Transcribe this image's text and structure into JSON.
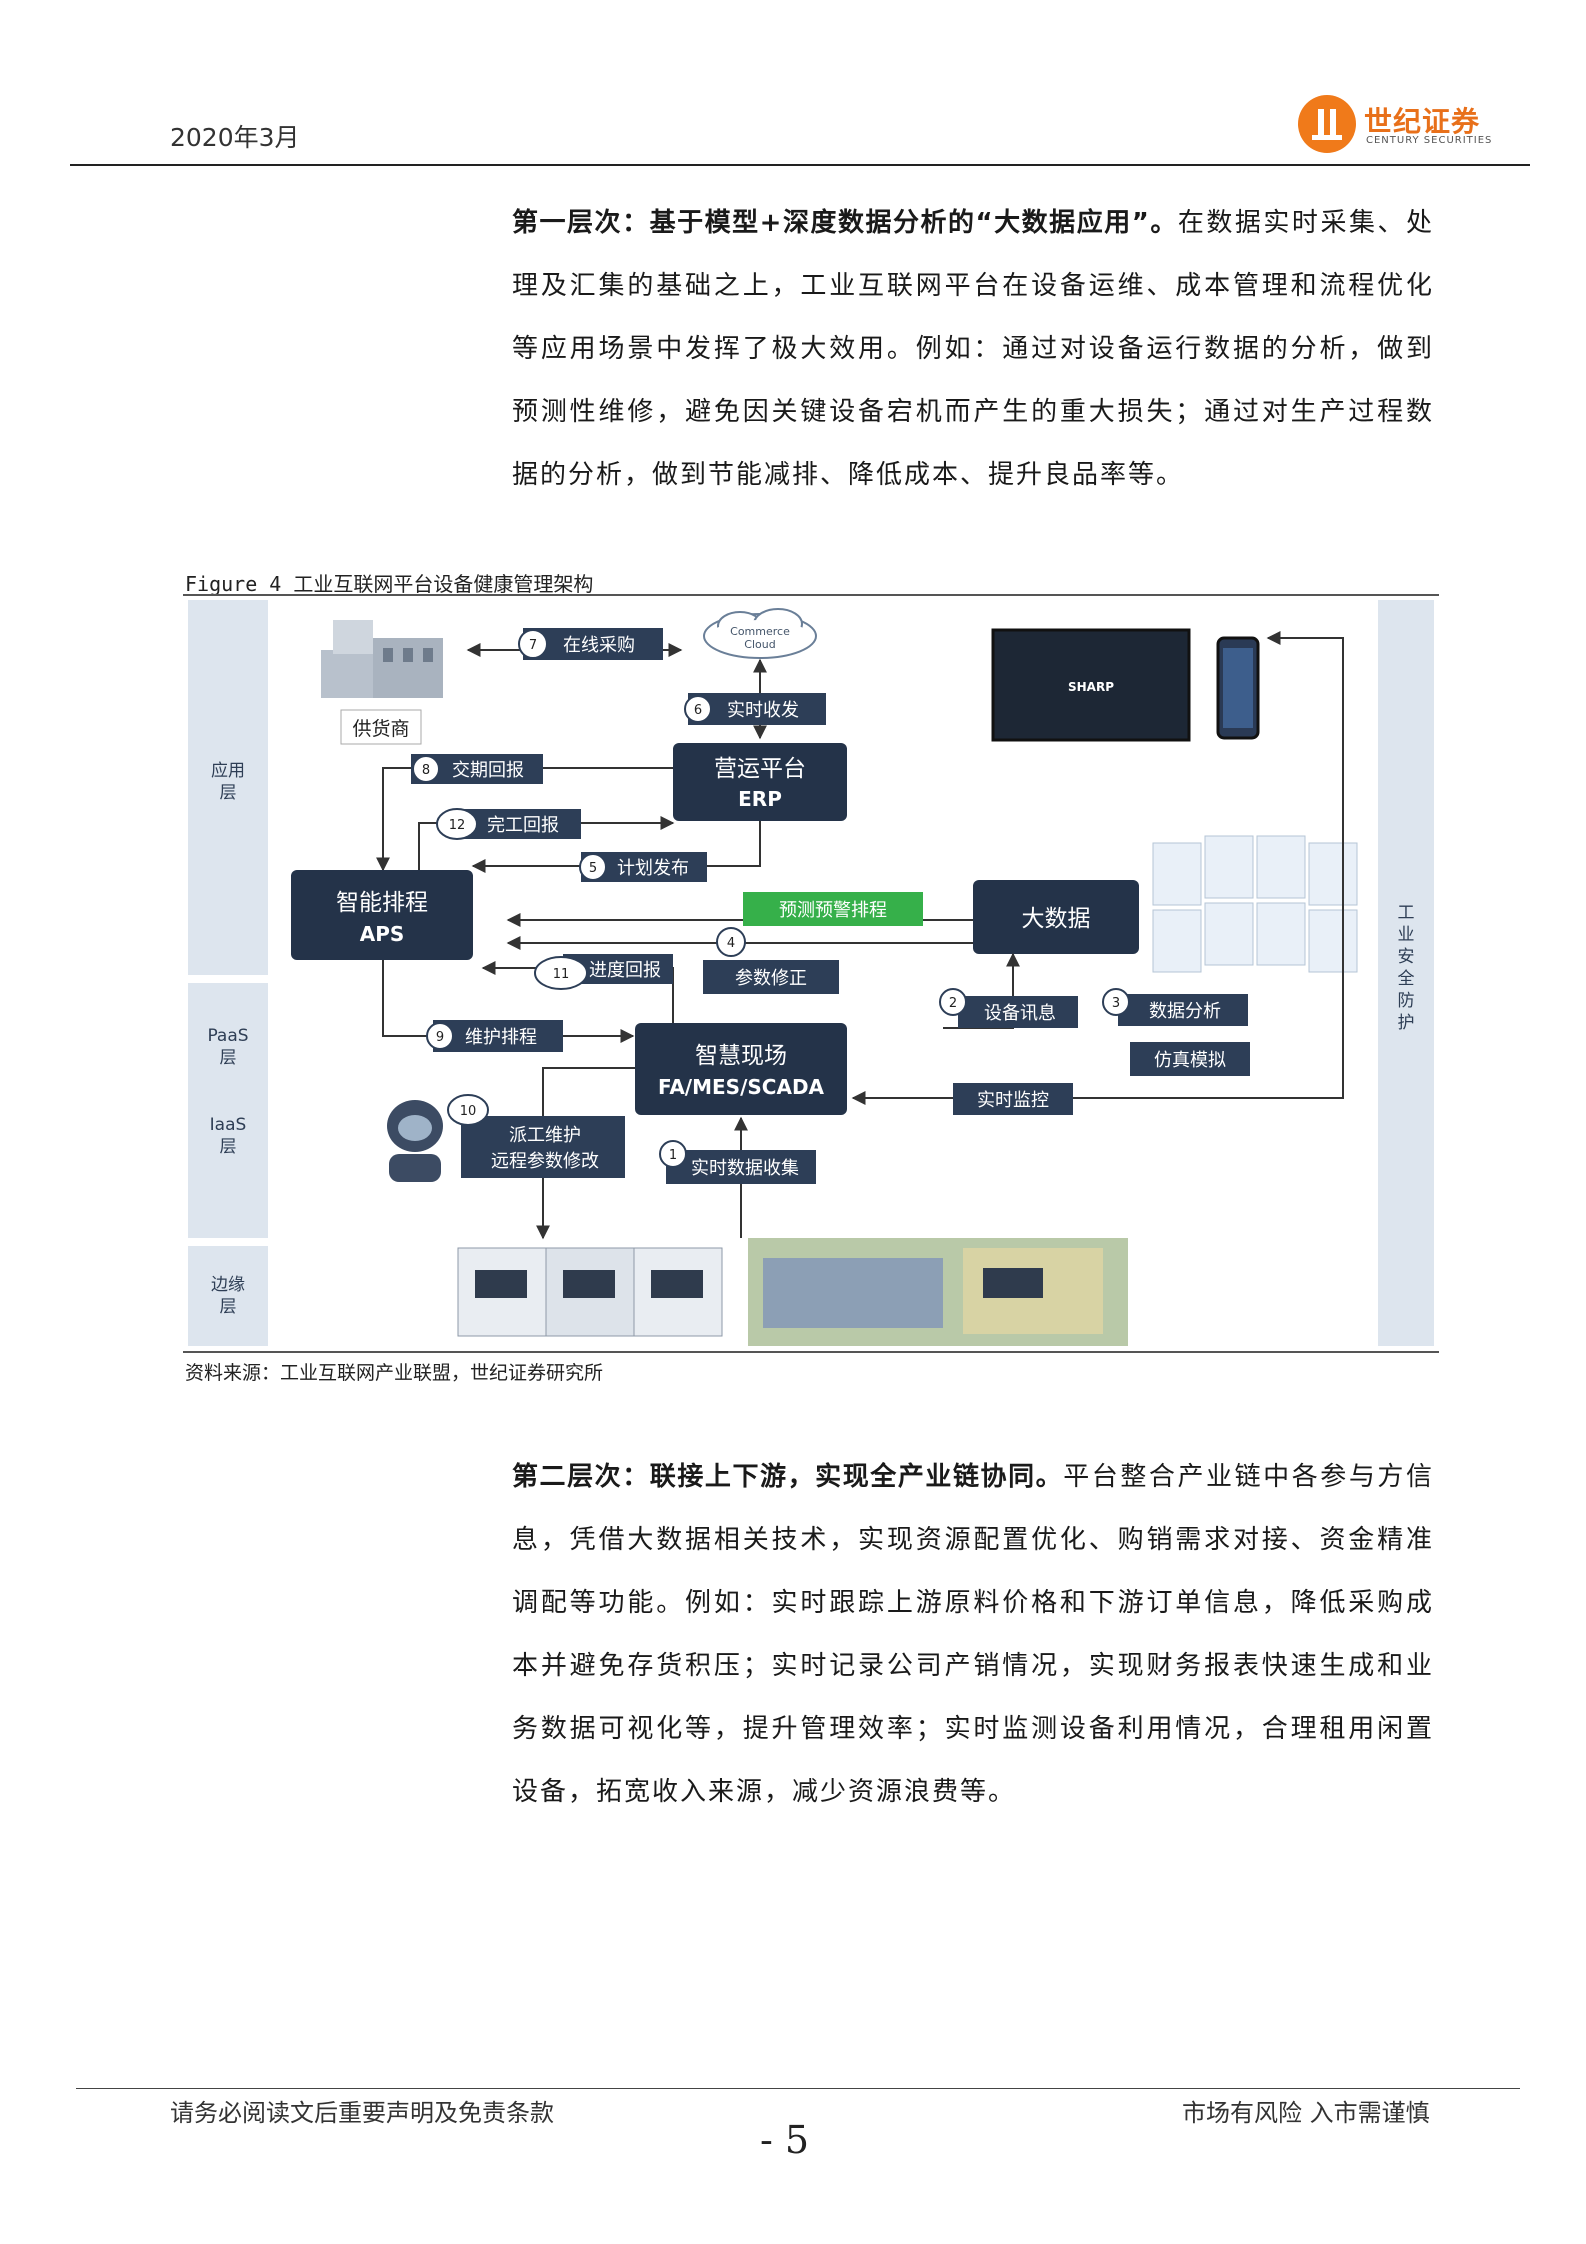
{
  "header": {
    "date": "2020年3月",
    "logo_cn": "世纪证券",
    "logo_en": "CENTURY SECURITIES"
  },
  "para1": {
    "bold": "第一层次：基于模型+深度数据分析的“大数据应用”。",
    "text": "在数据实时采集、处理及汇集的基础之上，工业互联网平台在设备运维、成本管理和流程优化等应用场景中发挥了极大效用。例如：通过对设备运行数据的分析，做到预测性维修，避免因关键设备宕机而产生的重大损失；通过对生产过程数据的分析，做到节能减排、降低成本、提升良品率等。"
  },
  "figure": {
    "caption": "Figure 4 工业互联网平台设备健康管理架构",
    "source": "资料来源：工业互联网产业联盟，世纪证券研究所",
    "layers": {
      "app": [
        "应用",
        "层"
      ],
      "paas": [
        "PaaS",
        "层"
      ],
      "iaas": [
        "IaaS",
        "层"
      ],
      "edge": [
        "边缘",
        "层"
      ],
      "security": [
        "工",
        "业",
        "安",
        "全",
        "防",
        "护"
      ]
    },
    "nodes": {
      "supplier": "供货商",
      "cloud": [
        "Commerce",
        "Cloud"
      ],
      "screen": "SHARP",
      "erp": [
        "营运平台",
        "ERP"
      ],
      "aps": [
        "智能排程",
        "APS"
      ],
      "bigdata": "大数据",
      "mes": [
        "智慧现场",
        "FA/MES/SCADA"
      ],
      "predict": "预测预警排程",
      "param_fix": "参数修正",
      "device_info": "设备讯息",
      "sim": "仿真模拟",
      "realtime_monitor": "实时监控",
      "dispatch": [
        "派工维护",
        "远程参数修改"
      ]
    },
    "steps": [
      {
        "num": "1",
        "label": "实时数据收集"
      },
      {
        "num": "2",
        "label": "设备讯息"
      },
      {
        "num": "3",
        "label": "数据分析"
      },
      {
        "num": "4",
        "label": "参数修正"
      },
      {
        "num": "5",
        "label": "计划发布"
      },
      {
        "num": "6",
        "label": "实时收发"
      },
      {
        "num": "7",
        "label": "在线采购"
      },
      {
        "num": "8",
        "label": "交期回报"
      },
      {
        "num": "9",
        "label": "维护排程"
      },
      {
        "num": "10",
        "label": "派工维护"
      },
      {
        "num": "11",
        "label": "进度回报"
      },
      {
        "num": "12",
        "label": "完工回报"
      }
    ]
  },
  "para2": {
    "bold": "第二层次：联接上下游，实现全产业链协同。",
    "text": "平台整合产业链中各参与方信息，凭借大数据相关技术，实现资源配置优化、购销需求对接、资金精准调配等功能。例如：实时跟踪上游原料价格和下游订单信息，降低采购成本并避免存货积压；实时记录公司产销情况，实现财务报表快速生成和业务数据可视化等，提升管理效率；实时监测设备利用情况，合理租用闲置设备，拓宽收入来源，减少资源浪费等。"
  },
  "footer": {
    "left": "请务必阅读文后重要声明及免责条款",
    "right": "市场有风险  入市需谨慎",
    "page": "- 5"
  },
  "colors": {
    "dark_box": "#243349",
    "layer_bg": "#dde5ee",
    "green": "#36b04a",
    "orange": "#f07a1a"
  }
}
